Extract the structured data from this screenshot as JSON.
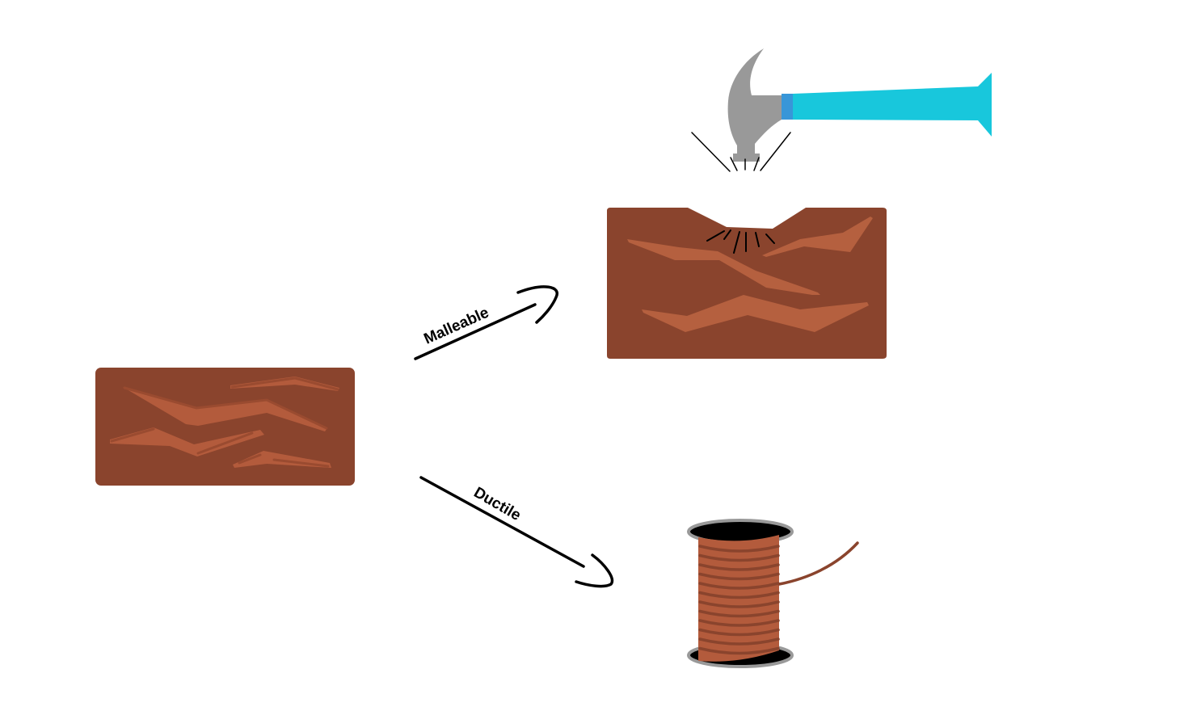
{
  "diagram": {
    "labels": {
      "malleable": "Malleable",
      "ductile": "Ductile"
    },
    "nodes": [
      {
        "id": "copper-block",
        "depicts": "copper block"
      },
      {
        "id": "hammered-copper",
        "depicts": "copper block being struck by a hammer"
      },
      {
        "id": "copper-wire-spool",
        "depicts": "spool of copper wire"
      }
    ],
    "edges": [
      {
        "from": "copper-block",
        "to": "hammered-copper",
        "label_key": "malleable"
      },
      {
        "from": "copper-block",
        "to": "copper-wire-spool",
        "label_key": "ductile"
      }
    ],
    "colors": {
      "copper_dark": "#8a442d",
      "copper_light": "#b35b3c",
      "copper_streak": "#b5603f",
      "hammer_head": "#999999",
      "hammer_grip": "#18c7dc",
      "hammer_collar": "#3896d8",
      "spool_rim": "#999999",
      "spool_hole": "#000000",
      "wire": "#8a442d"
    }
  }
}
